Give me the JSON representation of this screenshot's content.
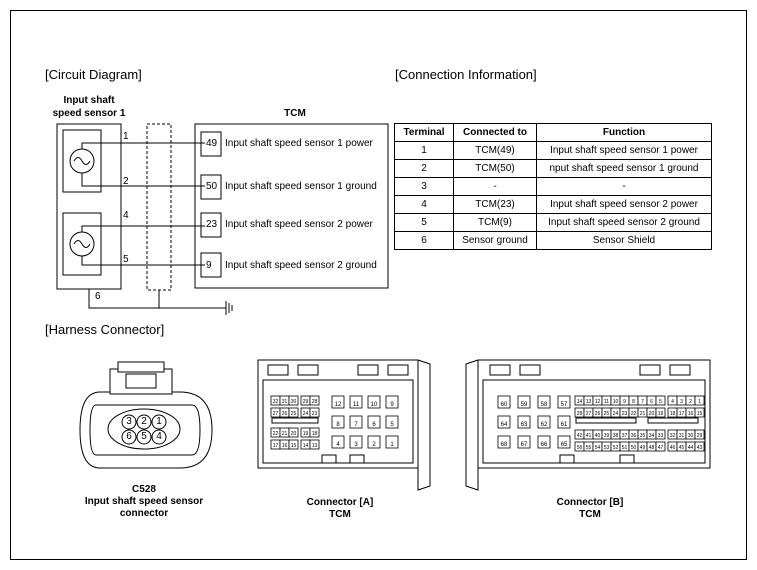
{
  "sections": {
    "circuit": "[Circuit Diagram]",
    "connection": "[Connection Information]",
    "harness": "[Harness Connector]"
  },
  "sensor": {
    "line1": "Input shaft",
    "line2": "speed sensor 1"
  },
  "tcm": {
    "title": "TCM"
  },
  "wires": [
    {
      "left": "1",
      "right": "49",
      "label": "Input shaft speed sensor 1 power"
    },
    {
      "left": "2",
      "right": "50",
      "label": "Input shaft speed sensor 1 ground"
    },
    {
      "left": "4",
      "right": "23",
      "label": "Input shaft speed sensor 2 power"
    },
    {
      "left": "5",
      "right": "9",
      "label": "Input shaft speed sensor 2 ground"
    }
  ],
  "shield_pin": "6",
  "table": {
    "headers": [
      "Terminal",
      "Connected to",
      "Function"
    ],
    "rows": [
      [
        "1",
        "TCM(49)",
        "Input shaft speed sensor 1 power"
      ],
      [
        "2",
        "TCM(50)",
        "nput shaft speed sensor 1 ground"
      ],
      [
        "3",
        "-",
        "-"
      ],
      [
        "4",
        "TCM(23)",
        "Input shaft speed sensor 2 power"
      ],
      [
        "5",
        "TCM(9)",
        "Input shaft speed sensor 2 ground"
      ],
      [
        "6",
        "Sensor ground",
        "Sensor Shield"
      ]
    ]
  },
  "c528": {
    "pins": [
      "3",
      "2",
      "1",
      "6",
      "5",
      "4"
    ],
    "caption1": "C528",
    "caption2": "Input shaft speed sensor",
    "caption3": "connector"
  },
  "conn_a": {
    "caption1": "Connector [A]",
    "caption2": "TCM",
    "left_rows": [
      [
        "32",
        "31",
        "30",
        "29",
        "28"
      ],
      [
        "27",
        "26",
        "25",
        "24",
        "23"
      ],
      [
        "22",
        "21",
        "20",
        "19",
        "18"
      ],
      [
        "17",
        "16",
        "15",
        "14",
        "13"
      ]
    ],
    "grid": [
      "12",
      "11",
      "10",
      "9",
      "8",
      "7",
      "6",
      "5",
      "4",
      "3",
      "2",
      "1"
    ]
  },
  "conn_b": {
    "caption1": "Connector [B]",
    "caption2": "TCM",
    "grid": [
      "60",
      "59",
      "58",
      "57",
      "64",
      "63",
      "62",
      "61",
      "68",
      "67",
      "66",
      "65"
    ],
    "right_rows": [
      [
        "14",
        "13",
        "12",
        "11",
        "10",
        "9",
        "8",
        "7",
        "6",
        "5",
        "4",
        "3",
        "2",
        "1"
      ],
      [
        "28",
        "27",
        "26",
        "25",
        "24",
        "23",
        "22",
        "21",
        "20",
        "19",
        "18",
        "17",
        "16",
        "15"
      ],
      [
        "42",
        "41",
        "40",
        "39",
        "38",
        "37",
        "36",
        "35",
        "34",
        "33",
        "32",
        "31",
        "30",
        "29"
      ],
      [
        "56",
        "55",
        "54",
        "53",
        "52",
        "51",
        "50",
        "49",
        "48",
        "47",
        "46",
        "45",
        "44",
        "43"
      ]
    ]
  }
}
